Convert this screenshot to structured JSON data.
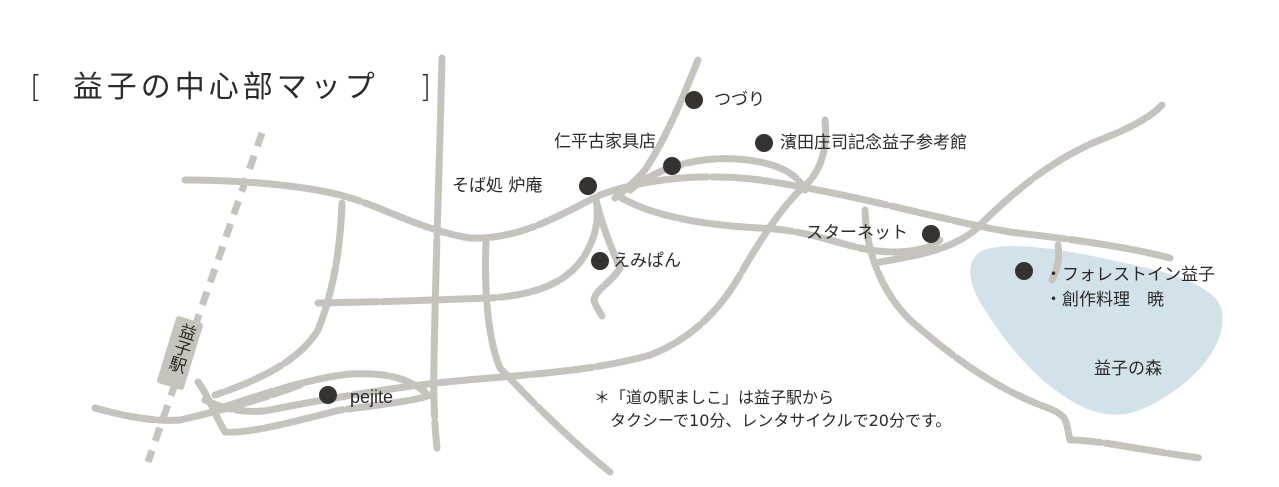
{
  "title": {
    "bracket_open": "[",
    "text": "益子の中心部マップ",
    "bracket_close": "]"
  },
  "colors": {
    "road": "#c6c3bd",
    "forest": "#d2e2ea",
    "marker": "#363230",
    "text": "#2b2826"
  },
  "places": [
    {
      "id": "tsuzuri",
      "label": "つづり"
    },
    {
      "id": "nihei",
      "label": "仁平古家具店"
    },
    {
      "id": "hamada",
      "label": "濱田庄司記念益子参考館"
    },
    {
      "id": "soba",
      "label": "そば処 炉庵"
    },
    {
      "id": "emipan",
      "label": "えみぱん"
    },
    {
      "id": "starnet",
      "label": "スターネット"
    },
    {
      "id": "pejite",
      "label": "pejite"
    }
  ],
  "forest": {
    "name": "益子の森",
    "items": [
      "・フォレストイン益子",
      "・創作料理　暁"
    ]
  },
  "station": {
    "label": "益子駅"
  },
  "note": {
    "line1": "＊「道の駅ましこ」は益子駅から",
    "line2": "タクシーで10分、レンタサイクルで20分です。"
  },
  "icons": {
    "marker": "filled-circle-marker-icon",
    "railway": "dashed-railway-line"
  }
}
